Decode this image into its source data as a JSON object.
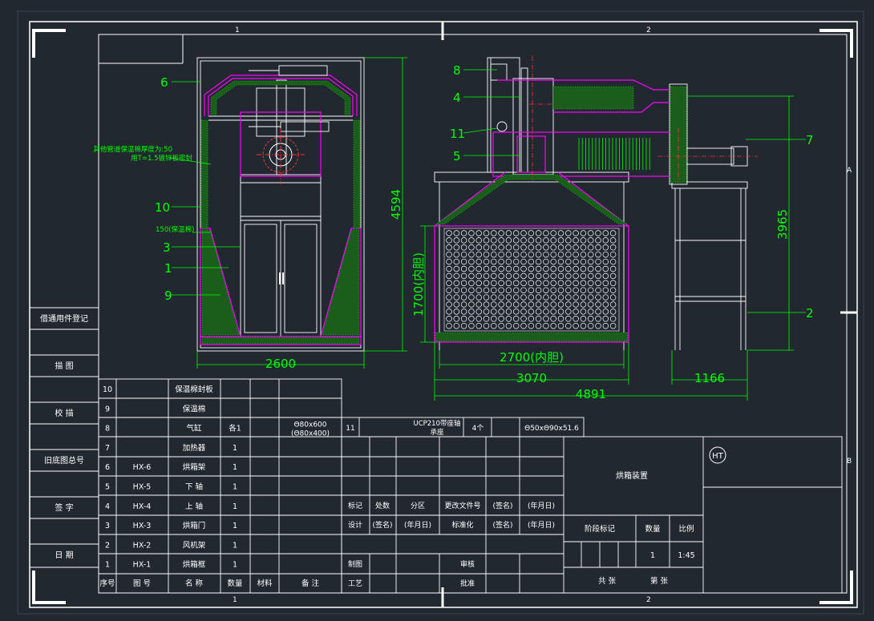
{
  "frame": {
    "zones_top": [
      "1",
      "2"
    ],
    "zones_bottom": [
      "1",
      "2"
    ],
    "zones_right": [
      "A",
      "B"
    ]
  },
  "left_panel": [
    "借通用件登记",
    "描 图",
    "校 描",
    "旧底图总号",
    "签 字",
    "日 期"
  ],
  "drawing": {
    "callouts_left": [
      "6",
      "10",
      "3",
      "1",
      "9"
    ],
    "callouts_right": [
      "8",
      "4",
      "11",
      "5",
      "7",
      "2"
    ],
    "note_line1": "其他管道保温棉厚度为:50",
    "note_line2": "用T=1.5镀锌板密封",
    "insulation_label": "150(保温棉)",
    "dim_2600": "2600",
    "dim_4594": "4594",
    "dim_1700": "1700(内胆)",
    "dim_2700": "2700(内胆)",
    "dim_3070": "3070",
    "dim_4891": "4891",
    "dim_1166": "1166",
    "dim_3965": "3965"
  },
  "bom": {
    "rows": [
      {
        "no": "10",
        "code": "",
        "name": "保温棉封板",
        "qty": "",
        "mat": "",
        "note": ""
      },
      {
        "no": "9",
        "code": "",
        "name": "保温棉",
        "qty": "",
        "mat": "",
        "note": ""
      },
      {
        "no": "8",
        "code": "",
        "name": "气缸",
        "qty": "各1",
        "mat": "",
        "note": "Θ80x600",
        "note2": "(Θ80x400)"
      },
      {
        "no": "7",
        "code": "",
        "name": "加热器",
        "qty": "1",
        "mat": "",
        "note": ""
      },
      {
        "no": "6",
        "code": "HX-6",
        "name": "烘箱架",
        "qty": "1",
        "mat": "",
        "note": ""
      },
      {
        "no": "5",
        "code": "HX-5",
        "name": "下 轴",
        "qty": "1",
        "mat": "",
        "note": ""
      },
      {
        "no": "4",
        "code": "HX-4",
        "name": "上 轴",
        "qty": "1",
        "mat": "",
        "note": ""
      },
      {
        "no": "3",
        "code": "HX-3",
        "name": "烘箱门",
        "qty": "1",
        "mat": "",
        "note": ""
      },
      {
        "no": "2",
        "code": "HX-2",
        "name": "风机架",
        "qty": "1",
        "mat": "",
        "note": ""
      },
      {
        "no": "1",
        "code": "HX-1",
        "name": "烘箱框",
        "qty": "1",
        "mat": "",
        "note": ""
      }
    ],
    "header": [
      "序号",
      "图 号",
      "名 称",
      "数量",
      "材料",
      "备 注"
    ],
    "row11": {
      "no": "11",
      "name1": "UCP210带座轴",
      "name2": "承座",
      "qty": "4个",
      "note": "Θ50xΘ90x51.6"
    }
  },
  "title_block": {
    "title": "烘箱装置",
    "logo": "HT",
    "rev_header": [
      "标记",
      "处数",
      "分区",
      "更改文件号",
      "(签名)",
      "(年月日)"
    ],
    "design_row": [
      "设计",
      "(签名)",
      "(年月日)",
      "标准化",
      "(签名)",
      "(年月日)"
    ],
    "zhitu": "制图",
    "shenhe": "审核",
    "gongyi": "工艺",
    "pizhun": "批准",
    "stage_label": "阶段标记",
    "qty_label": "数量",
    "scale_label": "比例",
    "qty_value": "1",
    "scale_value": "1:45",
    "sheets_total": "共 张",
    "sheet_no": "第 张"
  }
}
